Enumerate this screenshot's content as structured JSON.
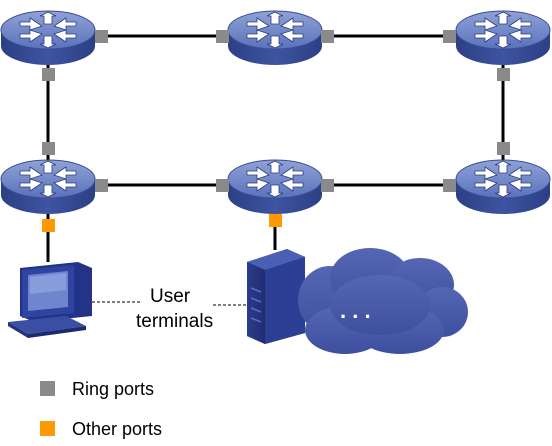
{
  "diagram": {
    "user_label_line1": "User",
    "user_label_line2": "terminals",
    "cloud_label": ". . .",
    "legend": {
      "ring_ports_label": "Ring ports",
      "other_ports_label": "Other ports"
    }
  },
  "colors": {
    "ring_port": "#8a8a8a",
    "other_port": "#ff9900",
    "switch_blue": "#4a63ad",
    "cloud_blue": "#4858a8"
  },
  "icons": {
    "switch": "switch-icon",
    "pc": "pc-icon",
    "server": "server-icon",
    "cloud": "cloud-icon"
  }
}
